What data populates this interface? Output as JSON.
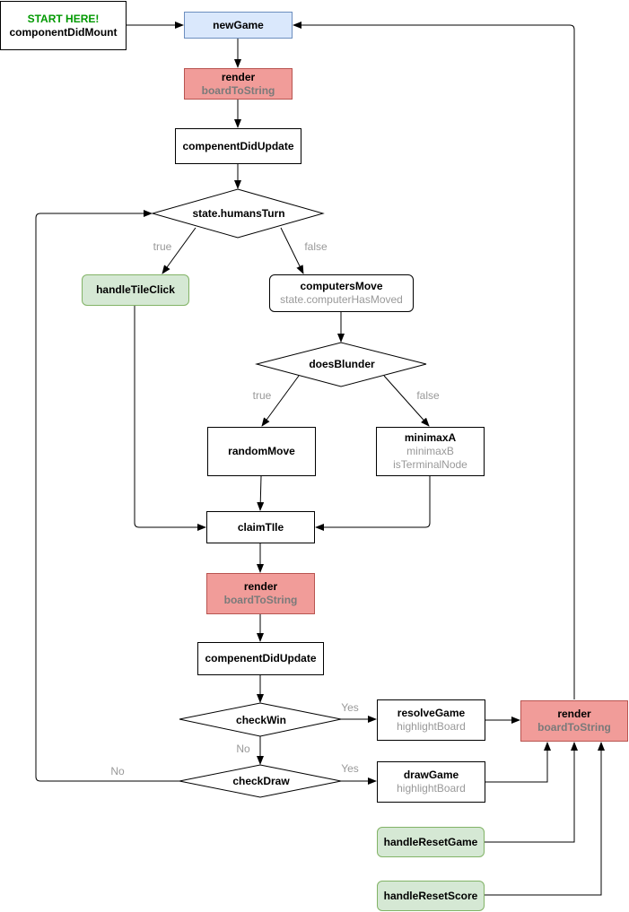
{
  "nodes": {
    "start": {
      "title": "START HERE!",
      "label": "componentDidMount"
    },
    "new_game": {
      "label": "newGame"
    },
    "render_1": {
      "label": "render",
      "sub": "boardToString"
    },
    "did_update_1": {
      "label": "compenentDidUpdate"
    },
    "humans_turn": {
      "label": "state.humansTurn"
    },
    "handle_tile_click": {
      "label": "handleTileClick"
    },
    "computers_move": {
      "label": "computersMove",
      "sub": "state.computerHasMoved"
    },
    "does_blunder": {
      "label": "doesBlunder"
    },
    "random_move": {
      "label": "randomMove"
    },
    "minimax": {
      "label": "minimaxA",
      "sub1": "minimaxB",
      "sub2": "isTerminalNode"
    },
    "claim_tile": {
      "label": "claimTIle"
    },
    "render_2": {
      "label": "render",
      "sub": "boardToString"
    },
    "did_update_2": {
      "label": "compenentDidUpdate"
    },
    "check_win": {
      "label": "checkWin"
    },
    "check_draw": {
      "label": "checkDraw"
    },
    "resolve_game": {
      "label": "resolveGame",
      "sub": "highlightBoard"
    },
    "draw_game": {
      "label": "drawGame",
      "sub": "highlightBoard"
    },
    "render_3": {
      "label": "render",
      "sub": "boardToString"
    },
    "reset_game": {
      "label": "handleResetGame"
    },
    "reset_score": {
      "label": "handleResetScore"
    }
  },
  "edge_labels": {
    "humans_true": "true",
    "humans_false": "false",
    "blunder_true": "true",
    "blunder_false": "false",
    "win_yes": "Yes",
    "win_no": "No",
    "draw_yes": "Yes",
    "draw_no": "No"
  },
  "colors": {
    "render_fill": "#f19c99",
    "event_fill": "#d5e8d4",
    "entry_fill": "#dae8fc",
    "start_text": "#009900",
    "secondary_text": "#999999"
  }
}
